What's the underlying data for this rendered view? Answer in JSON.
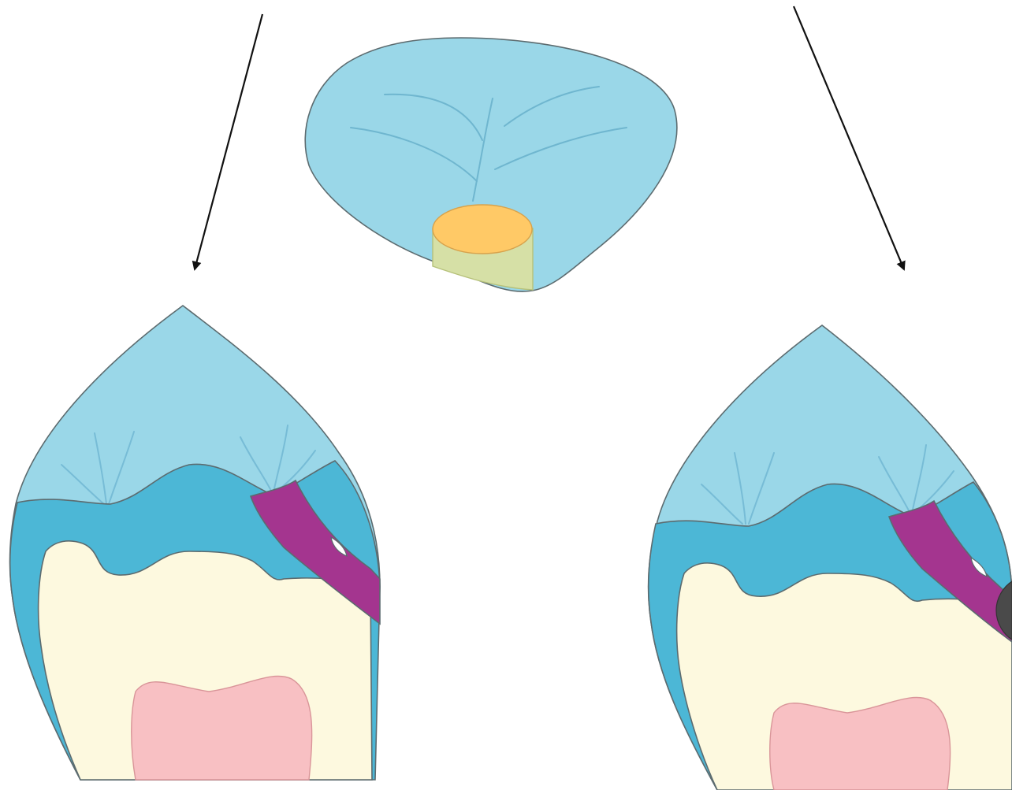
{
  "colors": {
    "background": "#ffffff",
    "enamel": "#9ad7e8",
    "fissure": "#6fb6cf",
    "dentin_layer": "#4cb7d6",
    "dentin_core": "#fdf9df",
    "pulp": "#f8c0c3",
    "caries_lesion": "#a4358f",
    "cavitation": "#4a4a4a",
    "pit_spot": "#ffc966",
    "pit_channel": "#d6e0a6",
    "arrow": "#111111"
  },
  "figure": {
    "top_view": {
      "part": "occlusal-surface-with-pit",
      "icon": "tooth-top-icon"
    },
    "left_section": {
      "part": "cross-section-non-cavitated",
      "icon": "tooth-section-icon"
    },
    "right_section": {
      "part": "cross-section-cavitated",
      "icon": "tooth-section-icon"
    },
    "arrows": [
      {
        "points_to": "left_section"
      },
      {
        "points_to": "right_section"
      }
    ]
  }
}
